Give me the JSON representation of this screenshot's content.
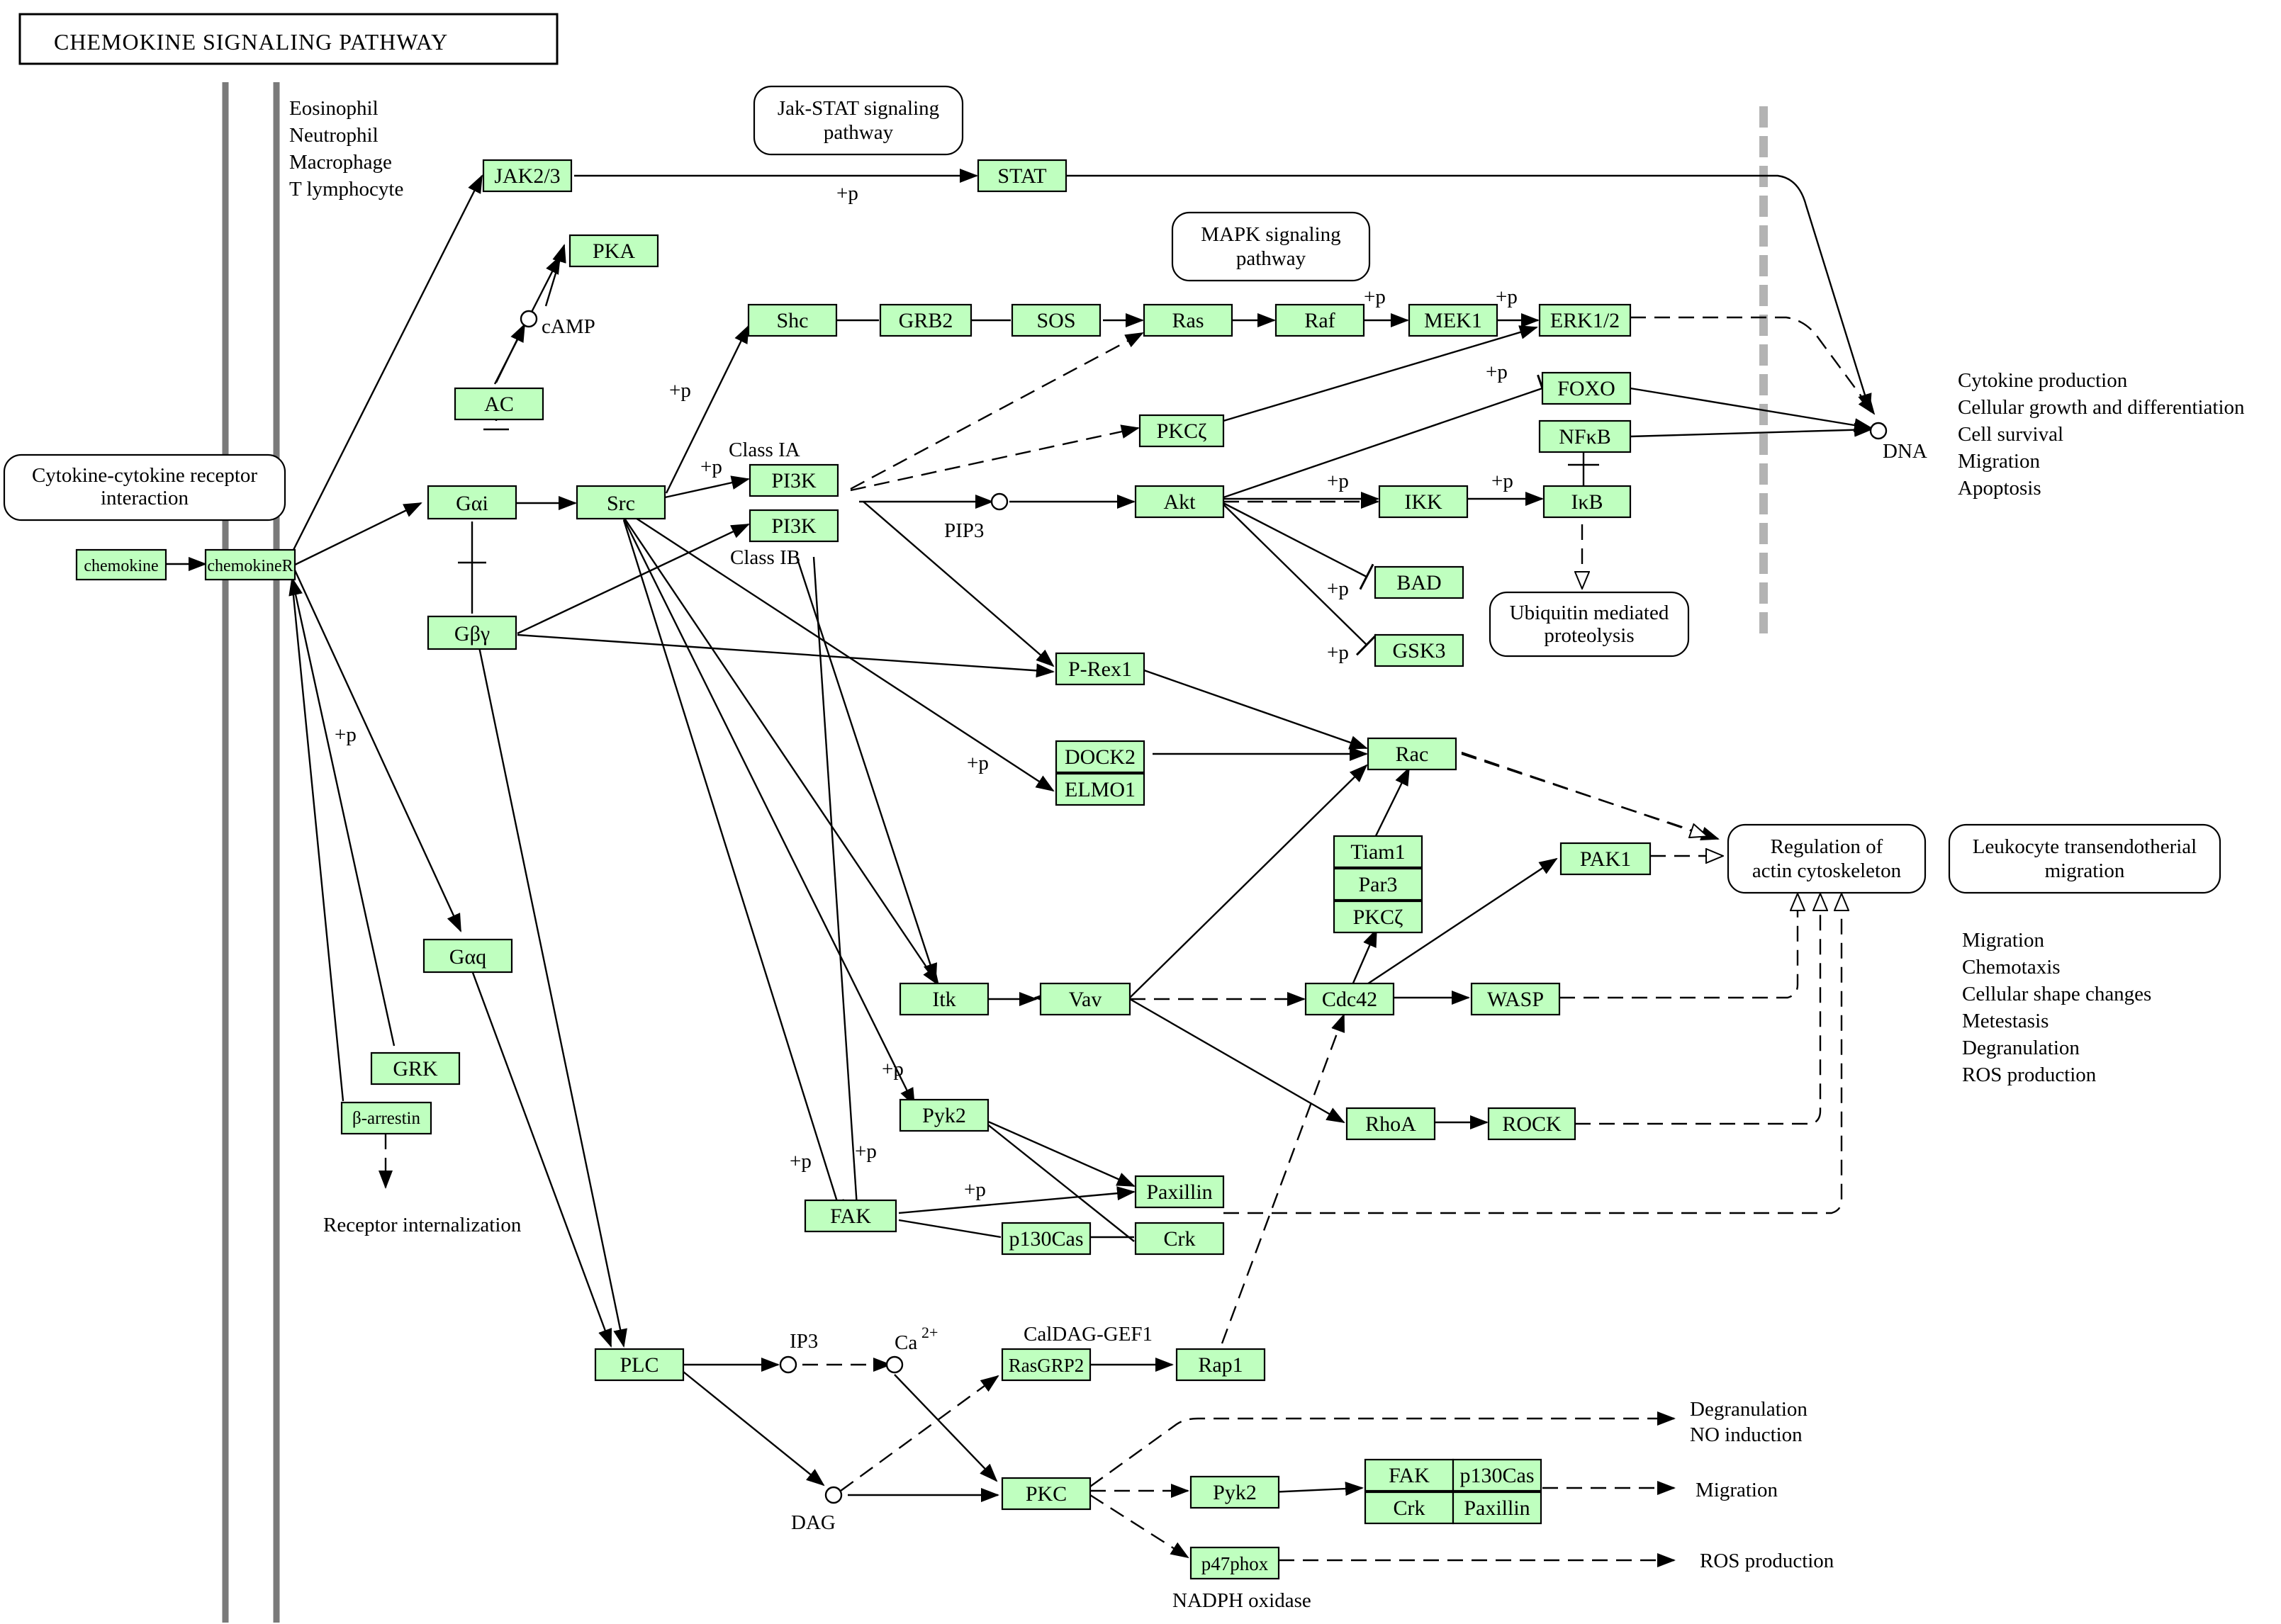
{
  "title": "CHEMOKINE SIGNALING PATHWAY",
  "colors": {
    "node_fill": "#bfffbf",
    "membrane": "#7a7a7a",
    "nucleus_boundary": "#b3b3b3"
  },
  "cell_types": [
    "Eosinophil",
    "Neutrophil",
    "Macrophage",
    "T lymphocyte"
  ],
  "pathway_refs": {
    "cytokine": [
      "Cytokine-cytokine receptor",
      "interaction"
    ],
    "jakstat": [
      "Jak-STAT signaling",
      "pathway"
    ],
    "mapk": [
      "MAPK signaling",
      "pathway"
    ],
    "ubiquitin": [
      "Ubiquitin mediated",
      "proteolysis"
    ],
    "actin": [
      "Regulation of",
      "actin cytoskeleton"
    ],
    "leukocyte": [
      "Leukocyte transendotherial",
      "migration"
    ]
  },
  "nodes": {
    "chemokine": "chemokine",
    "chemokineR": "chemokineR",
    "jak": "JAK2/3",
    "stat": "STAT",
    "pka": "PKA",
    "ac": "AC",
    "gai": "Gαi",
    "gby": "Gβγ",
    "src": "Src",
    "shc": "Shc",
    "grb2": "GRB2",
    "sos": "SOS",
    "ras": "Ras",
    "raf": "Raf",
    "mek1": "MEK1",
    "erk": "ERK1/2",
    "pkcz1": "PKCζ",
    "foxo": "FOXO",
    "nfkb": "NFκB",
    "pi3ka": "PI3K",
    "pi3kb": "PI3K",
    "akt": "Akt",
    "ikk": "IKK",
    "ikb": "IκB",
    "bad": "BAD",
    "gsk3": "GSK3",
    "prex1": "P-Rex1",
    "dock2": "DOCK2",
    "elmo1": "ELMO1",
    "rac": "Rac",
    "tiam1": "Tiam1",
    "par3": "Par3",
    "pkcz2": "PKCζ",
    "pak1": "PAK1",
    "gaq": "Gαq",
    "grk": "GRK",
    "barrestin": "β-arrestin",
    "itk": "Itk",
    "vav": "Vav",
    "cdc42": "Cdc42",
    "wasp": "WASP",
    "rhoa": "RhoA",
    "rock": "ROCK",
    "pyk2a": "Pyk2",
    "paxillin": "Paxillin",
    "fak": "FAK",
    "p130cas": "p130Cas",
    "crk": "Crk",
    "plc": "PLC",
    "rasgrp2": "RasGRP2",
    "rap1": "Rap1",
    "pkc": "PKC",
    "pyk2b": "Pyk2",
    "fak2": "FAK",
    "p130cas2": "p130Cas",
    "crk2": "Crk",
    "paxillin2": "Paxillin",
    "p47phox": "p47phox"
  },
  "compounds": {
    "camp": "cAMP",
    "pip3": "PIP3",
    "ip3": "IP3",
    "ca": "Ca",
    "ca_sup": "2+",
    "dag": "DAG",
    "dna": "DNA"
  },
  "labels": {
    "class_ia": "Class IA",
    "class_ib": "Class IB",
    "caldag": "CalDAG-GEF1",
    "nadph": "NADPH oxidase",
    "receptor_int": "Receptor internalization",
    "p": "+p"
  },
  "outputs": {
    "dna_effects": [
      "Cytokine production",
      "Cellular growth and differentiation",
      "Cell survival",
      "Migration",
      "Apoptosis"
    ],
    "migration_effects": [
      "Migration",
      "Chemotaxis",
      "Cellular shape changes",
      "Metestasis",
      "Degranulation",
      "ROS production"
    ],
    "degranulation": [
      "Degranulation",
      "NO induction"
    ],
    "migration": "Migration",
    "ros": "ROS production"
  }
}
